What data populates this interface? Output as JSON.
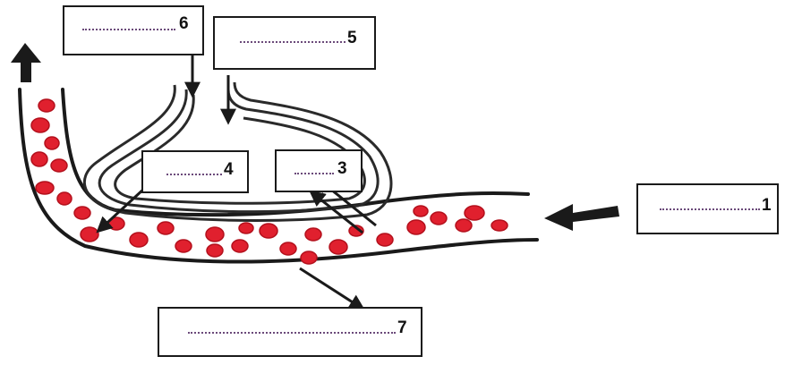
{
  "labels": [
    {
      "number": "1"
    },
    {
      "number": "3"
    },
    {
      "number": "4"
    },
    {
      "number": "5"
    },
    {
      "number": "6"
    },
    {
      "number": "7"
    }
  ],
  "colors": {
    "blood_cell": "#e0202e",
    "blood_cell_edge": "#b3101c",
    "outline": "#1a1a1a",
    "dotted_line": "#6b4a7a"
  }
}
